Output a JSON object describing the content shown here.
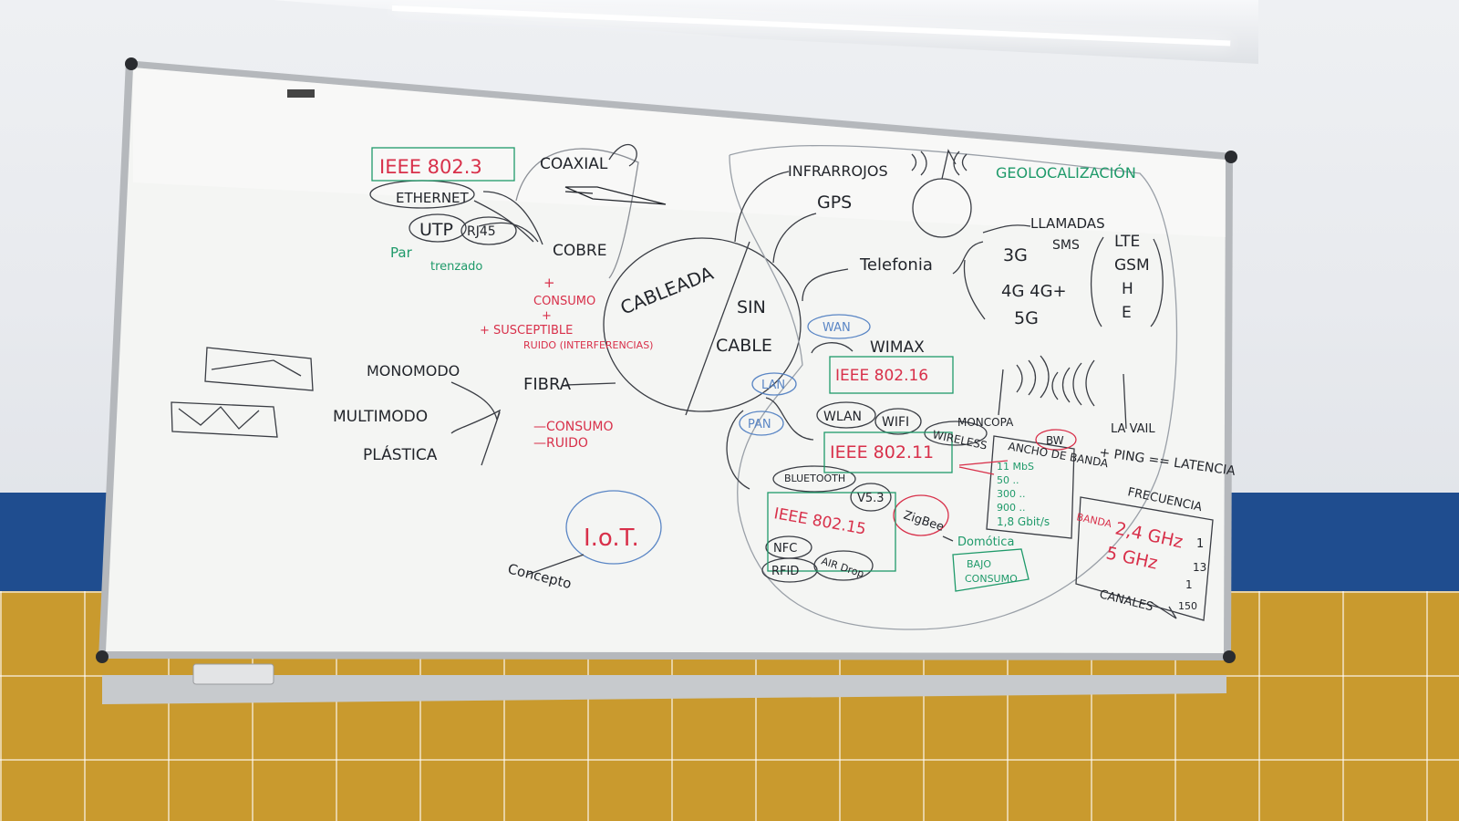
{
  "board": {
    "black": {
      "coaxial": "COAXIAL",
      "ethernet": "ETHERNET",
      "utp": "UTP",
      "rj45": "RJ45",
      "cobre": "COBRE",
      "cableada": "CABLEADA",
      "sin": "SIN",
      "cable": "CABLE",
      "monomodo": "MONOMODO",
      "multimodo": "MULTIMODO",
      "plastica": "PLÁSTICA",
      "fibra": "FIBRA",
      "infrarrojos": "INFRARROJOS",
      "gps": "GPS",
      "telefonia": "Telefonia",
      "llamadas": "LLAMADAS",
      "sms": "SMS",
      "g3": "3G",
      "g4": "4G 4G+",
      "g5": "5G",
      "lte": "LTE",
      "gsm": "GSM",
      "h": "H",
      "e": "E",
      "wimax": "WIMAX",
      "wlan": "WLAN",
      "wifi": "WIFI",
      "moncopa": "MONCOPA",
      "wireless": "WIRELESS",
      "ancho": "ANCHO DE BANDA",
      "bw": "BW",
      "ping": "+ PING == LATENCIA",
      "la_vail": "LA VAIL",
      "frecuencia": "FRECUENCIA",
      "canales": "CANALES",
      "bluetooth": "BLUETOOTH",
      "v53": "V5.3",
      "zigbee": "ZigBee",
      "nfc": "NFC",
      "rfid": "RFID",
      "airdrop": "AIR Drop",
      "concepto": "Concepto",
      "num1": "1",
      "num13": "13",
      "num1b": "1",
      "num150": "150"
    },
    "red": {
      "ieee8023": "IEEE 802.3",
      "plus1": "+",
      "consumo1": "CONSUMO",
      "plus2": "+",
      "susceptible": "+ SUSCEPTIBLE",
      "ruido1": "RUIDO (INTERFERENCIAS)",
      "consumo2": "—CONSUMO",
      "ruido2": "—RUIDO",
      "ieee80216": "IEEE 802.16",
      "ieee80211": "IEEE 802.11",
      "ieee80215": "IEEE 802.15",
      "iot": "I.o.T.",
      "ghz24": "2,4 GHz",
      "ghz5": "5 GHz",
      "banda": "BANDA"
    },
    "green": {
      "geolocalizacion": "GEOLOCALIZACIÓN",
      "par": "Par",
      "trenzado": "trenzado",
      "rates": [
        "11   MbS",
        "50   ..",
        "300  ..",
        "900  ..",
        "1,8 Gbit/s"
      ],
      "domotica": "Domótica",
      "bajo": "BAJO",
      "consumo": "CONSUMO"
    },
    "blue": {
      "wan": "WAN",
      "lan": "LAN",
      "pan": "PAN"
    }
  },
  "colors": {
    "board": "#f4f5f3",
    "frame": "#a9acb0",
    "black_marker": "#22252b",
    "red_marker": "#d8304a",
    "green_marker": "#1f9a6a",
    "blue_marker": "#5a86c5"
  }
}
